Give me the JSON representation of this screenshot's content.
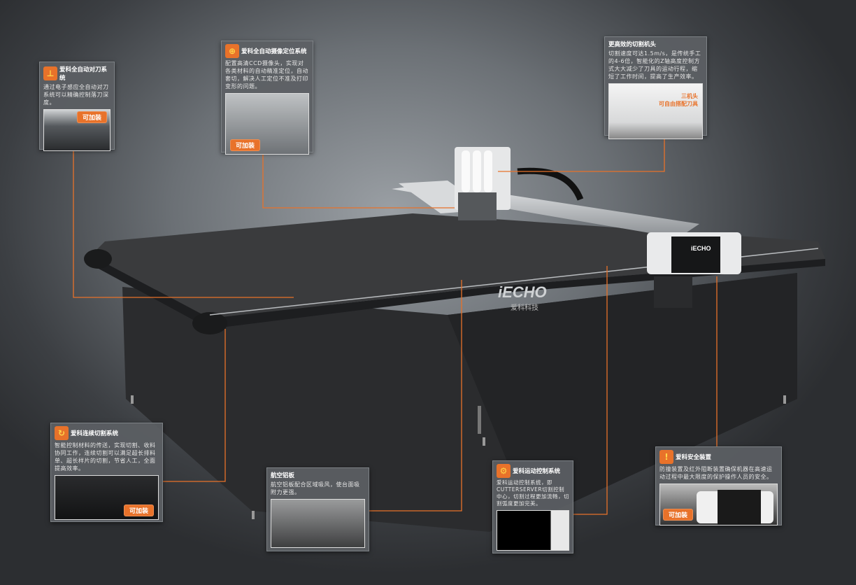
{
  "brand": {
    "logo": "iECHO",
    "logo_sub": "爱科科技",
    "accent": "#e8722a"
  },
  "callouts": [
    {
      "title": "爱科全自动对刀系统",
      "icon": "knife-icon",
      "body": "通过电子感应全自动对刀系统可以精确控制落刀深度。",
      "badge": "可加装"
    },
    {
      "title": "爱科全自动摄像定位系统",
      "icon": "camera-target-icon",
      "body": "配置高清CCD摄像头，实现对各类材料的自动精准定位，自动套切，解决人工定位不准及打印变形的问题。",
      "badge": "可加装"
    },
    {
      "title": "更高效的切割机头",
      "body": "切割速度可达1.5m/s，是传统手工的4-6倍，智能化的Z轴高度控制方式大大减少了刀具的运动行程，缩短了工作时间，提高了生产效率。",
      "note_line1": "三机头",
      "note_line2": "可自由搭配刀具"
    },
    {
      "title": "爱科连续切割系统",
      "icon": "continuous-icon",
      "body": "智能控制材料的传送，实现切割、收料协同工作，连续切割可以满足超长排料单、超长样片的切割，节省人工，全面提高效率。",
      "badge": "可加装"
    },
    {
      "title": "航空铝板",
      "body": "航空铝板配合区域吸风，使台面吸附力更强。"
    },
    {
      "title": "爱科运动控制系统",
      "icon": "gear-icon",
      "body": "爱科运动控制系统，即CUTTERSERVER切割控制中心，切割过程更加流畅，切割弧度更加完美。"
    },
    {
      "title": "爱科安全装置",
      "icon": "warning-icon",
      "body": "防撞装置及红外阻断装置确保机器在高速运动过程中最大限度的保护操作人员的安全。",
      "badge": "可加装"
    }
  ]
}
